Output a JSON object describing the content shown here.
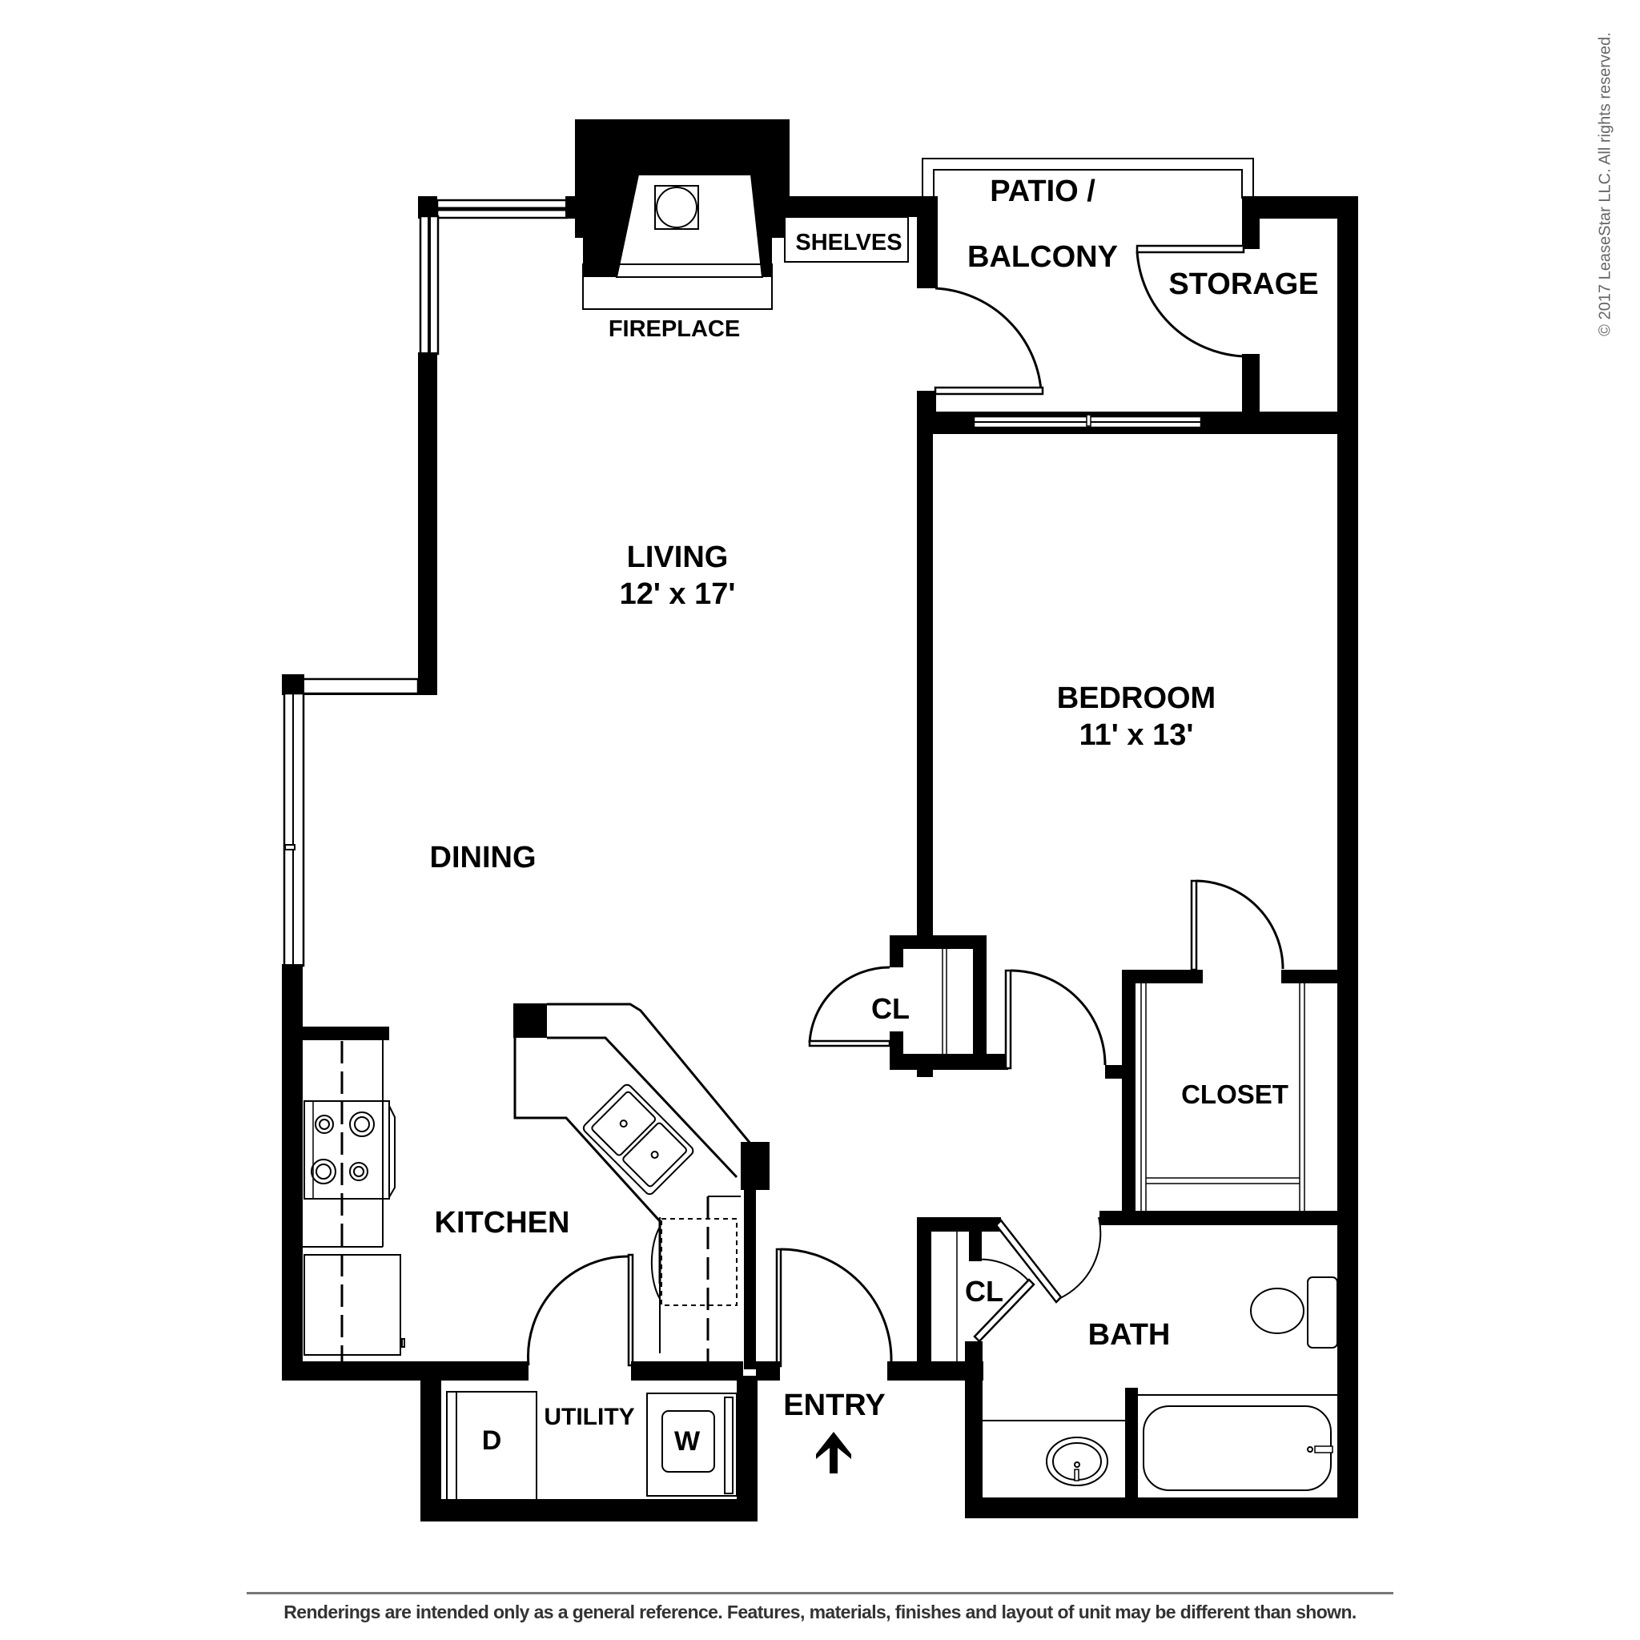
{
  "rooms": {
    "living": {
      "name": "LIVING",
      "size": "12' x 17'"
    },
    "bedroom": {
      "name": "BEDROOM",
      "size": "11' x 13'"
    },
    "dining": {
      "name": "DINING"
    },
    "kitchen": {
      "name": "KITCHEN"
    },
    "patio": {
      "line1": "PATIO /",
      "line2": "BALCONY"
    },
    "storage": {
      "name": "STORAGE"
    },
    "shelves": {
      "name": "SHELVES"
    },
    "fireplace": {
      "name": "FIREPLACE"
    },
    "closet_hall": {
      "name": "CL"
    },
    "closet_bedroom": {
      "name": "CLOSET"
    },
    "closet_bath": {
      "name": "CL"
    },
    "bath": {
      "name": "BATH"
    },
    "utility": {
      "name": "UTILITY"
    },
    "entry": {
      "name": "ENTRY"
    }
  },
  "appliances": {
    "dryer": "D",
    "washer": "W"
  },
  "icons": {
    "entry_arrow": "up-arrow"
  },
  "copyright": "© 2017 LeaseStar LLC. All rights reserved.",
  "disclaimer": "Renderings are intended only as a general reference. Features, materials, finishes and layout of unit may be different than shown.",
  "colors": {
    "wall": "#000000",
    "background": "#ffffff",
    "disclaimer_text": "#333333",
    "copyright_text": "#666666"
  }
}
